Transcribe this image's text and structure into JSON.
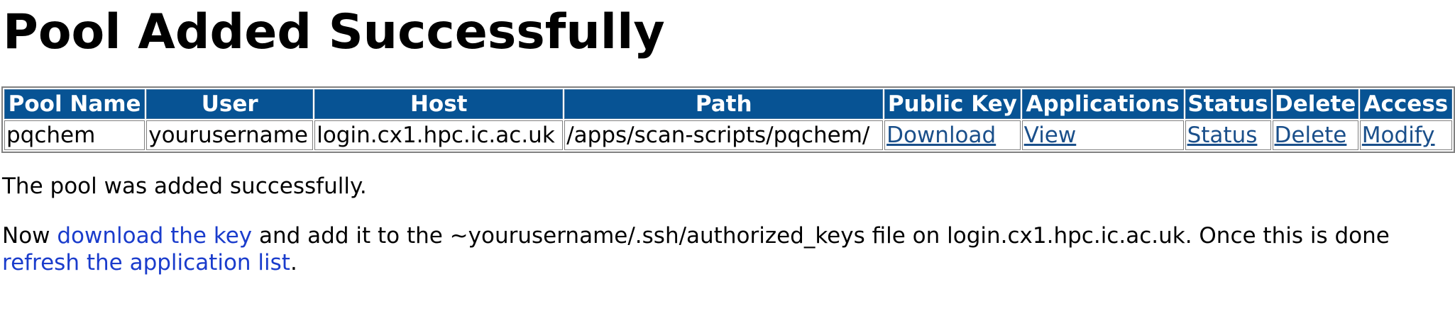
{
  "page": {
    "title": "Pool Added Successfully"
  },
  "table": {
    "headers": {
      "pool_name": "Pool Name",
      "user": "User",
      "host": "Host",
      "path": "Path",
      "public_key": "Public Key",
      "applications": "Applications",
      "status": "Status",
      "delete": "Delete",
      "access": "Access"
    },
    "row": {
      "pool_name": "pqchem",
      "user": "yourusername",
      "host": "login.cx1.hpc.ic.ac.uk",
      "path": "/apps/scan-scripts/pqchem/",
      "public_key_link": "Download",
      "applications_link": "View",
      "status_link": "Status",
      "delete_link": "Delete",
      "access_link": "Modify"
    }
  },
  "message": {
    "success": "The pool was added successfully.",
    "instr_prefix": "Now ",
    "instr_link_key": "download the key",
    "instr_middle": " and add it to the ~yourusername/.ssh/authorized_keys file on login.cx1.hpc.ic.ac.uk. Once this is done",
    "instr_link_refresh": "refresh the application list",
    "instr_suffix": "."
  },
  "colors": {
    "header_bg": "#075394",
    "header_text": "#ffffff",
    "table_link": "#1a4f8a",
    "inline_link": "#1a3ccc"
  }
}
